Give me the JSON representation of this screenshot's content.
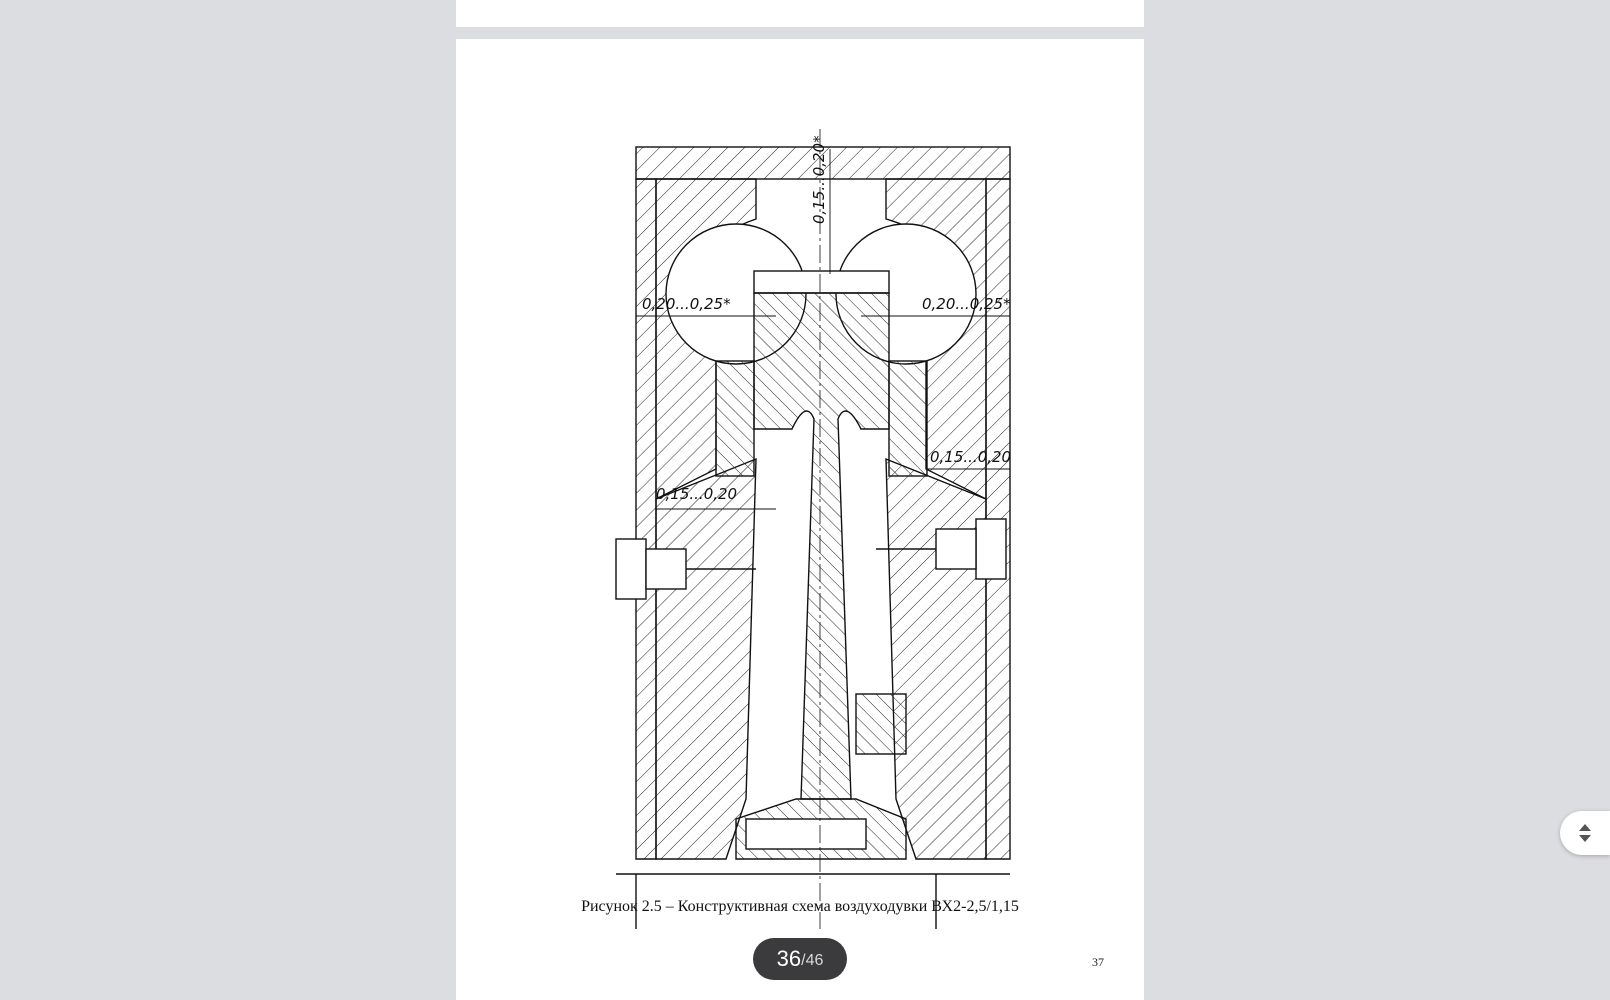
{
  "viewer": {
    "figure_caption": "Рисунок 2.5 – Конструктивная схема воздуходувки ВХ2-2,5/1,15",
    "printed_page_number": "37",
    "counter": {
      "current": "36",
      "separator": "/",
      "total": "46"
    },
    "icons": {
      "scroll_control": "up-down-arrows-icon"
    }
  },
  "drawing": {
    "dimensions": {
      "top_vertical": "0,15...0,20*",
      "left_upper": "0,20...0,25*",
      "right_upper": "0,20...0,25*",
      "right_middle": "0,15...0,20",
      "left_middle": "0,15...0,20"
    }
  }
}
